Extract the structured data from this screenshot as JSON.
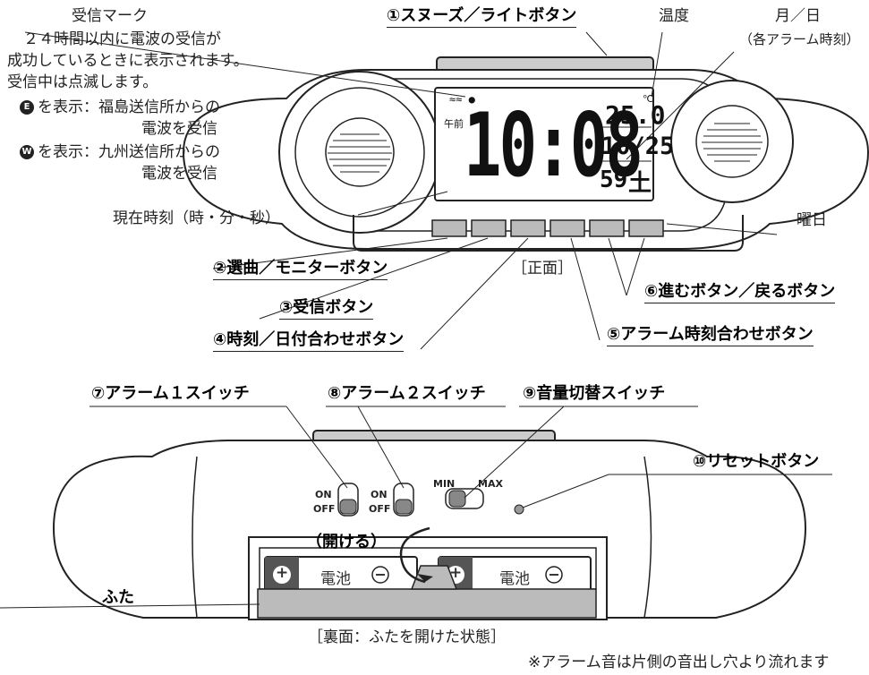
{
  "callouts": {
    "receive_mark": "受信マーク",
    "receive_desc": [
      "２４時間以内に電波の受信が",
      "成功しているときに表示されます。",
      "受信中は点滅します。"
    ],
    "fukushima": {
      "symbol": "E",
      "text": "を表示：福島送信所からの",
      "text2": "電波を受信"
    },
    "kyushu": {
      "symbol": "W",
      "text": "を表示：九州送信所からの",
      "text2": "電波を受信"
    },
    "current_time": "現在時刻（時・分・秒）",
    "snooze_light": "①スヌーズ／ライトボタン",
    "temperature": "温度",
    "month_day": "月／日",
    "alarm_times": "（各アラーム時刻）",
    "weekday": "曜日",
    "select_monitor": "②選曲／モニターボタン",
    "receive_button": "③受信ボタン",
    "time_date_set": "④時刻／日付合わせボタン",
    "alarm_time_set": "⑤アラーム時刻合わせボタン",
    "fwd_back": "⑥進むボタン／戻るボタン",
    "front_view": "［正面］",
    "alarm1_switch": "⑦アラーム１スイッチ",
    "alarm2_switch": "⑧アラーム２スイッチ",
    "volume_switch": "⑨音量切替スイッチ",
    "reset_button": "⑩リセットボタン",
    "lid": "ふた",
    "open_label": "（開ける）",
    "back_view": "［裏面：ふたを開けた状態］",
    "note": "※アラーム音は片側の音出し穴より流れます"
  },
  "display": {
    "am_pm": "午前",
    "time": "10:08",
    "temperature": "25.0",
    "temp_unit": "℃",
    "date": "10/25",
    "seconds": "59",
    "weekday": "土"
  },
  "switches": {
    "on": "ON",
    "off": "OFF",
    "min": "MIN",
    "max": "MAX"
  },
  "battery": {
    "label": "電池",
    "plus": "+",
    "minus": "−"
  }
}
